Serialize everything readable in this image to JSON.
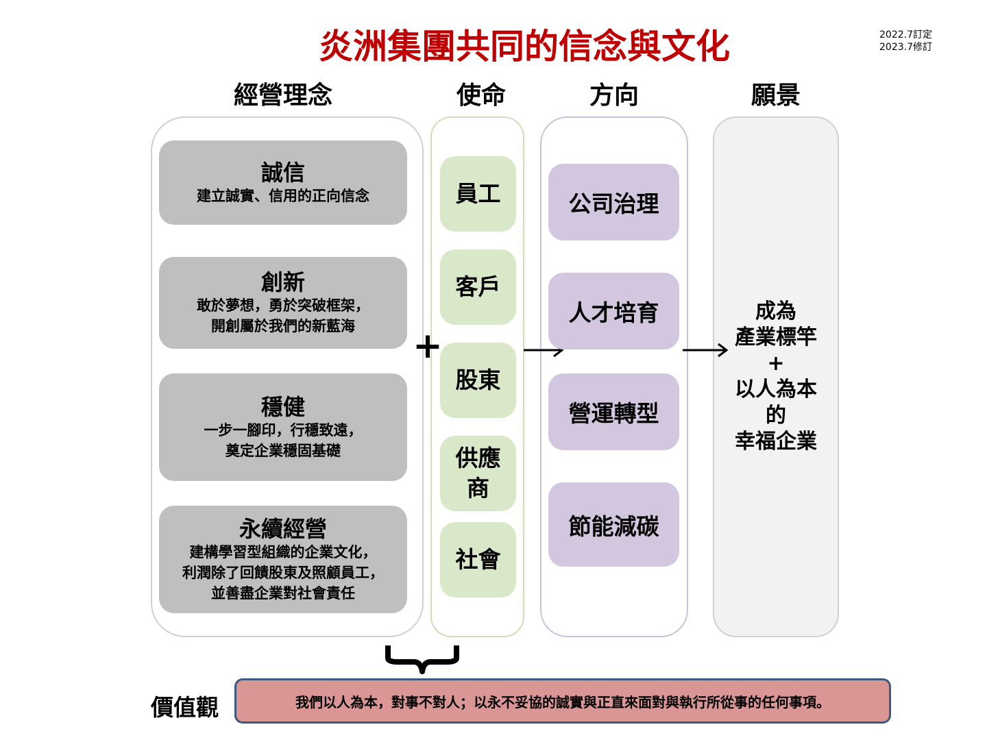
{
  "title": "炎洲集團共同的信念與文化",
  "dates": [
    "2022.7訂定",
    "2023.7修訂"
  ],
  "columns": {
    "philosophy": "經營理念",
    "mission": "使命",
    "direction": "方向",
    "vision": "願景"
  },
  "philosophy_items": [
    {
      "title": "誠信",
      "desc": "建立誠實、信用的正向信念"
    },
    {
      "title": "創新",
      "desc": "敢於夢想，勇於突破框架，\n開創屬於我們的新藍海"
    },
    {
      "title": "穩健",
      "desc": "一步一腳印，行穩致遠，\n奠定企業穩固基礎"
    },
    {
      "title": "永續經營",
      "desc": "建構學習型組織的企業文化，\n利潤除了回饋股東及照顧員工，\n並善盡企業對社會責任"
    }
  ],
  "mission_items": [
    "員工",
    "客戶",
    "股東",
    "供應\n商",
    "社會"
  ],
  "direction_items": [
    "公司治理",
    "人才培育",
    "營運轉型",
    "節能減碳"
  ],
  "vision_text": "成為\n產業標竿\n+\n以人為本\n的\n幸福企業",
  "plus_symbol": "+",
  "values": {
    "label": "價值觀",
    "text": "我們以人為本，對事不對人；以永不妥協的誠實與正直來面對與執行所從事的任何事項。"
  },
  "colors": {
    "title": "#c00000",
    "gray_box": "#bfbfbf",
    "green_box": "#d9e8c8",
    "purple_box": "#d2c7df",
    "vision_panel": "#f2f2f2",
    "values_box": "#d99694",
    "values_border": "#3a5a80"
  }
}
